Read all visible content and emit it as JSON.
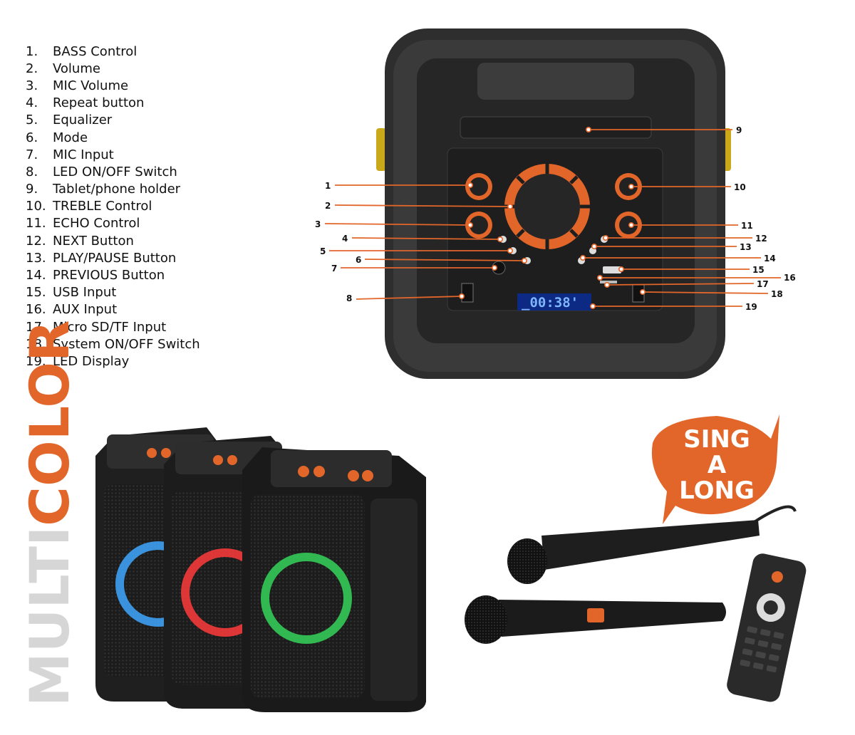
{
  "legend": [
    {
      "num": "1.",
      "label": "BASS Control"
    },
    {
      "num": "2.",
      "label": "Volume"
    },
    {
      "num": "3.",
      "label": "MIC Volume"
    },
    {
      "num": "4.",
      "label": "Repeat button"
    },
    {
      "num": "5.",
      "label": "Equalizer"
    },
    {
      "num": "6.",
      "label": "Mode"
    },
    {
      "num": "7.",
      "label": "MIC Input"
    },
    {
      "num": "8.",
      "label": "LED ON/OFF Switch"
    },
    {
      "num": "9.",
      "label": "Tablet/phone holder"
    },
    {
      "num": "10.",
      "label": "TREBLE Control"
    },
    {
      "num": "11.",
      "label": "ECHO Control"
    },
    {
      "num": "12.",
      "label": "NEXT Button"
    },
    {
      "num": "13.",
      "label": "PLAY/PAUSE Button"
    },
    {
      "num": "14.",
      "label": "PREVIOUS Button"
    },
    {
      "num": "15.",
      "label": "USB Input"
    },
    {
      "num": "16.",
      "label": "AUX Input"
    },
    {
      "num": "17.",
      "label": "Micro SD/TF Input"
    },
    {
      "num": "18.",
      "label": "System ON/OFF Switch"
    },
    {
      "num": "19.",
      "label": "LED Display"
    }
  ],
  "callouts": [
    "1",
    "2",
    "3",
    "4",
    "5",
    "6",
    "7",
    "8",
    "9",
    "10",
    "11",
    "12",
    "13",
    "14",
    "15",
    "16",
    "17",
    "18",
    "19"
  ],
  "display_time": "_00:38'",
  "tagline": {
    "part1": "MULTI",
    "part2": "COLOR"
  },
  "bubble": {
    "line1": "SING",
    "line2": "A",
    "line3": "LONG"
  },
  "colors": {
    "accent": "#e2662a",
    "body": "#2b2b2b",
    "light_blue": "#3fa7ff",
    "light_red": "#ff3b3b",
    "light_green": "#35d35a"
  }
}
